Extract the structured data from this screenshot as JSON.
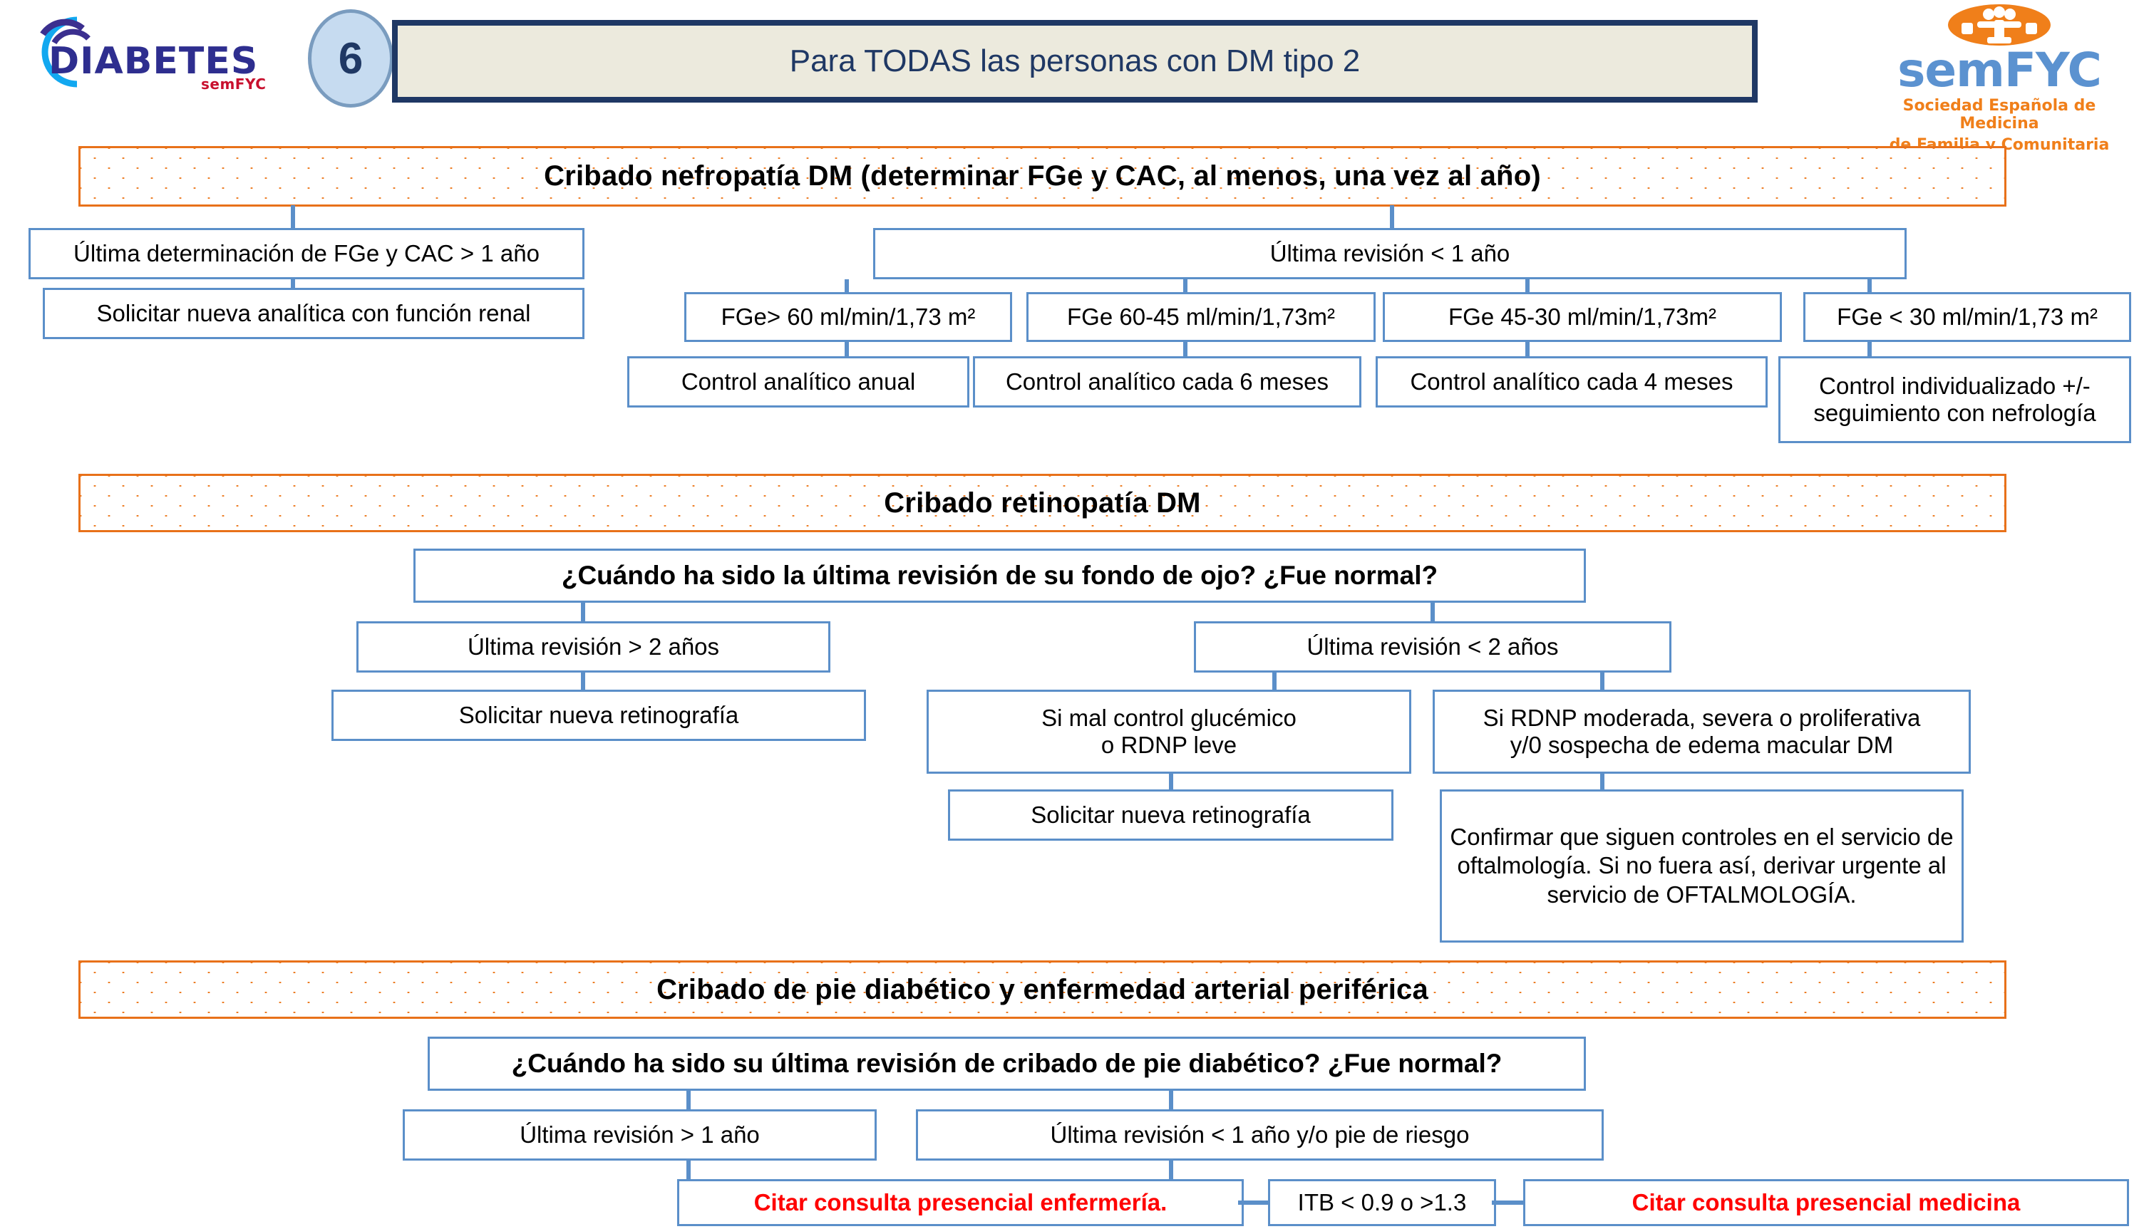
{
  "header": {
    "logo_left": {
      "word": "DIABETES",
      "sub": "semFYC",
      "icon": "diabetes-arc-logo"
    },
    "number_badge": "6",
    "title": "Para TODAS las personas con DM tipo 2",
    "logo_right": {
      "brand_sem": "sem",
      "brand_fyc": "FYC",
      "tagline_line1": "Sociedad Española de Medicina",
      "tagline_line2": "de Familia y Comunitaria",
      "icon": "semfyc-people-oval-icon"
    }
  },
  "colors": {
    "banner_orange": "#e8711a",
    "box_blue": "#5b8fc9",
    "title_navy": "#1f3864",
    "title_fill": "#eceadd",
    "alert_red": "#ff0000",
    "badge_fill": "#c6dbf0"
  },
  "sections": [
    {
      "id": "nefropatia",
      "banner": "Cribado nefropatía DM (determinar FGe y CAC, al menos, una vez al año)",
      "boxes": {
        "left_branch_1": "Última determinación de FGe y CAC > 1 año",
        "left_branch_2": "Solicitar nueva analítica  con función renal",
        "right_branch": "Última revisión < 1 año",
        "fge_1": "FGe> 60 ml/min/1,73 m²",
        "fge_2": "FGe 60-45 ml/min/1,73m²",
        "fge_3": "FGe 45-30 ml/min/1,73m²",
        "fge_4": "FGe < 30 ml/min/1,73 m²",
        "ctrl_1": "Control analítico anual",
        "ctrl_2": "Control analítico cada 6 meses",
        "ctrl_3": "Control analítico cada 4 meses",
        "ctrl_4": "Control individualizado +/- seguimiento con nefrología"
      }
    },
    {
      "id": "retinopatia",
      "banner": "Cribado retinopatía DM",
      "boxes": {
        "question": "¿Cuándo ha sido la última revisión de su fondo de ojo? ¿Fue normal?",
        "left_branch": "Última revisión > 2 años",
        "left_action": "Solicitar nueva retinografía",
        "right_branch": "Última revisión < 2 años",
        "mid_cond": "Si mal control glucémico\no RDNP leve",
        "mid_action": "Solicitar nueva retinografía",
        "right_cond": "Si RDNP moderada, severa o proliferativa\ny/0 sospecha de edema macular DM",
        "right_action": "Confirmar que siguen controles en el servicio de oftalmología. Si no fuera así, derivar urgente al servicio de OFTALMOLOGÍA."
      }
    },
    {
      "id": "pie-diabetico",
      "banner": "Cribado de pie diabético y enfermedad arterial periférica",
      "boxes": {
        "question": "¿Cuándo ha sido su última revisión de cribado de pie diabético? ¿Fue normal?",
        "left_branch": "Última revisión > 1 año",
        "right_branch": "Última revisión < 1 año y/o pie de riesgo",
        "action_nursing": "Citar consulta  presencial enfermería.",
        "itb": "ITB < 0.9 o >1.3",
        "action_medicine": "Citar consulta  presencial  medicina"
      }
    }
  ]
}
